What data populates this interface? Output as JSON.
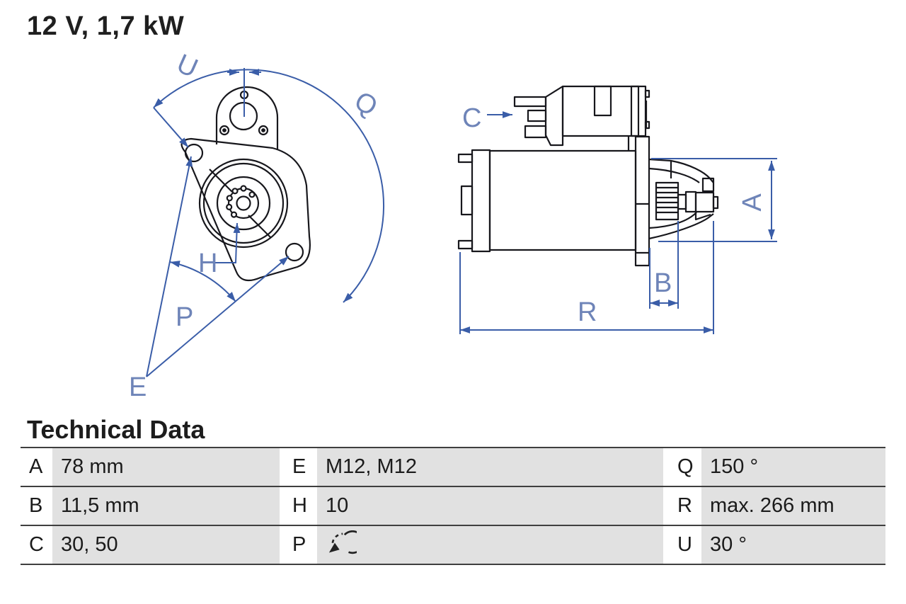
{
  "title": "12 V, 1,7 kW",
  "technical_data": {
    "heading": "Technical Data",
    "rows": [
      [
        {
          "key": "A",
          "value": "78 mm"
        },
        {
          "key": "E",
          "value": "M12, M12"
        },
        {
          "key": "Q",
          "value": "150 °"
        }
      ],
      [
        {
          "key": "B",
          "value": "11,5 mm"
        },
        {
          "key": "H",
          "value": "10"
        },
        {
          "key": "R",
          "value": "max. 266 mm"
        }
      ],
      [
        {
          "key": "C",
          "value": "30, 50"
        },
        {
          "key": "P",
          "value": ""
        },
        {
          "key": "U",
          "value": "30 °"
        }
      ]
    ],
    "rotation_icon": "clockwise-rotation"
  },
  "diagram": {
    "labels": {
      "U": "U",
      "Q": "Q",
      "P": "P",
      "E": "E",
      "H": "H",
      "C": "C",
      "A": "A",
      "B": "B",
      "R": "R"
    },
    "colors": {
      "dimension_line": "#3a5da8",
      "dimension_label": "#6e84b8",
      "outline": "#17171c",
      "cell_gray": "#e1e1e1",
      "rule": "#3f3f3f",
      "text": "#1b1b1b"
    }
  }
}
